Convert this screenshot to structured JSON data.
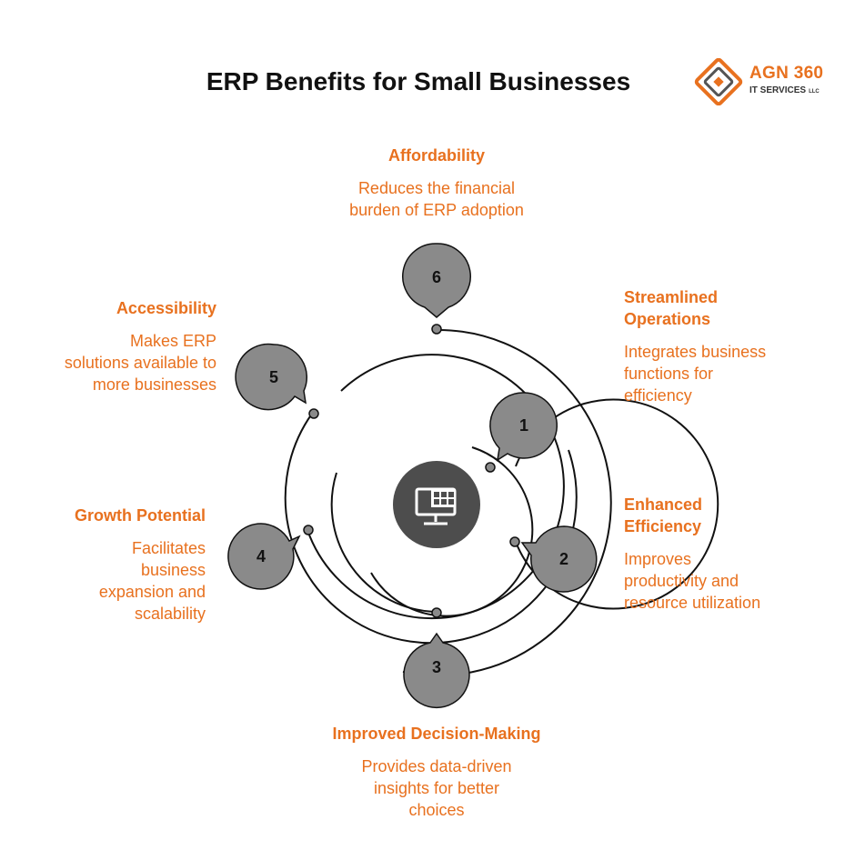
{
  "title": "ERP Benefits for Small Businesses",
  "logo": {
    "name": "AGN 360",
    "subtitle": "IT SERVICES",
    "suffix": "LLC"
  },
  "colors": {
    "accent": "#e8711f",
    "node_fill": "#8a8a8a",
    "hub_fill": "#4d4d4d",
    "line": "#111111"
  },
  "center_icon": "erp-monitor-grid-icon",
  "steps": [
    {
      "number": "1",
      "title": "Streamlined Operations",
      "description": "Integrates business functions for efficiency"
    },
    {
      "number": "2",
      "title": "Enhanced Efficiency",
      "description": "Improves productivity and resource utilization"
    },
    {
      "number": "3",
      "title": "Improved Decision-Making",
      "description": "Provides data-driven insights for better choices"
    },
    {
      "number": "4",
      "title": "Growth Potential",
      "description": "Facilitates business expansion and scalability"
    },
    {
      "number": "5",
      "title": "Accessibility",
      "description": "Makes ERP solutions available to more businesses"
    },
    {
      "number": "6",
      "title": "Affordability",
      "description": "Reduces the financial burden of ERP adoption"
    }
  ]
}
